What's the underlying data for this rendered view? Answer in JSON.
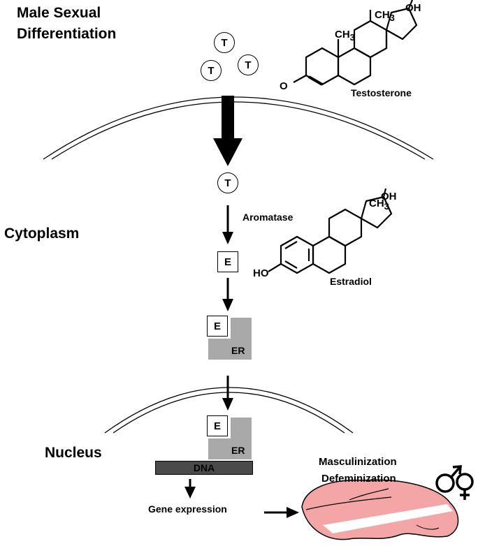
{
  "title_line1": "Male Sexual",
  "title_line2": "Differentiation",
  "compartments": {
    "cytoplasm": "Cytoplasm",
    "nucleus": "Nucleus"
  },
  "molecules": {
    "testosterone": "Testosterone",
    "estradiol": "Estradiol"
  },
  "chem": {
    "ch": "CH",
    "sub3": "3",
    "oh": "OH",
    "o": "O",
    "ho": "HO"
  },
  "enzyme": "Aromatase",
  "t_symbol": "T",
  "e_symbol": "E",
  "receptor": "ER",
  "dna": "DNA",
  "gene_expression": "Gene expression",
  "outcome_line1": "Masculinization",
  "outcome_line2": "Defeminization",
  "colors": {
    "receptor": "#a8a8a8",
    "dna": "#4a4a4a",
    "brain": "#f4a6a6"
  }
}
